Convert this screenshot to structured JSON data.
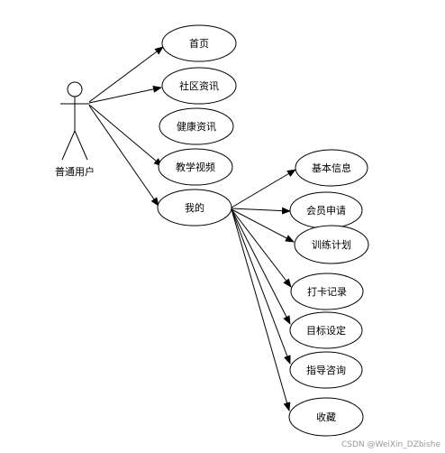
{
  "actor": {
    "label": "普通用户"
  },
  "use_cases": {
    "home": "首页",
    "community_news": "社区资讯",
    "health_news": "健康资讯",
    "teaching_videos": "教学视频",
    "mine": "我的",
    "basic_info": "基本信息",
    "member_application": "会员申请",
    "training_plan": "训练计划",
    "checkin_records": "打卡记录",
    "goal_setting": "目标设定",
    "guidance_consulting": "指导咨询",
    "favorites": "收藏"
  },
  "watermark": "CSDN @WeiXin_DZbishe",
  "colors": {
    "stroke": "#000000",
    "fill": "#ffffff",
    "watermark": "#9a9a9a"
  }
}
